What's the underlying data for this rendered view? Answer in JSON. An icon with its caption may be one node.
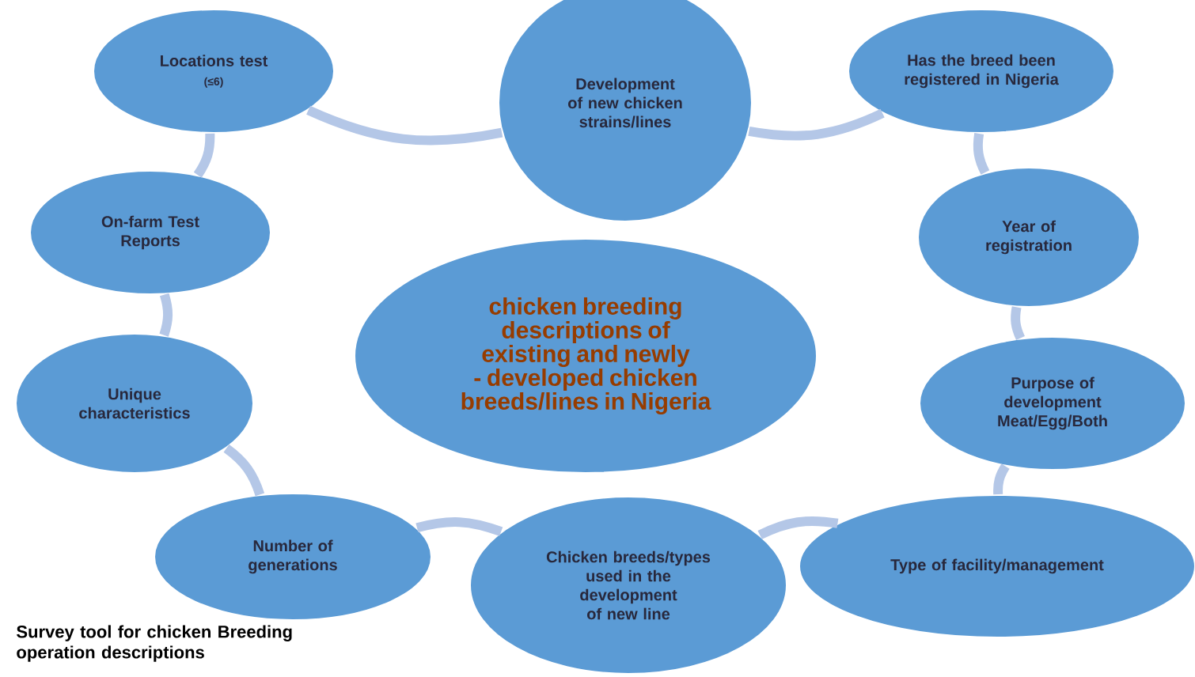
{
  "diagram": {
    "nodes": [
      {
        "text": [
          "Locations test",
          "(≤6)"
        ]
      },
      {
        "text": [
          "Development of new chicken strains/lines"
        ]
      },
      {
        "text": [
          "Has the breed been registered in Nigeria"
        ]
      },
      {
        "text": [
          "On-farm Test Reports"
        ]
      },
      {
        "text": [
          "Year of registration"
        ]
      },
      {
        "text": [
          "chicken breeding descriptions of existing and newly - developed chicken breeds/lines in Nigeria"
        ]
      },
      {
        "text": [
          "Unique characteristics"
        ]
      },
      {
        "text": [
          "Purpose of development Meat/Egg/Both"
        ]
      },
      {
        "text": [
          "Type of facility/management"
        ]
      },
      {
        "text": [
          "Number of generations"
        ]
      },
      {
        "text": [
          "Chicken breeds/types used in the development of new line"
        ]
      }
    ],
    "edges": [
      {
        "from": 0,
        "to": 1,
        "arrow": "none"
      },
      {
        "from": 1,
        "to": 2,
        "arrow": "none"
      },
      {
        "from": 2,
        "to": 4,
        "arrow": "none"
      },
      {
        "from": 4,
        "to": 7,
        "arrow": "none"
      },
      {
        "from": 7,
        "to": 8,
        "arrow": "none"
      },
      {
        "from": 8,
        "to": 10,
        "arrow": "none"
      },
      {
        "from": 10,
        "to": 9,
        "arrow": "none"
      },
      {
        "from": 9,
        "to": 6,
        "arrow": "none"
      },
      {
        "from": 6,
        "to": 3,
        "arrow": "none"
      },
      {
        "from": 3,
        "to": 0,
        "arrow": "none"
      }
    ],
    "labels": [
      "Survey tool for chicken Breeding operation descriptions"
    ]
  }
}
